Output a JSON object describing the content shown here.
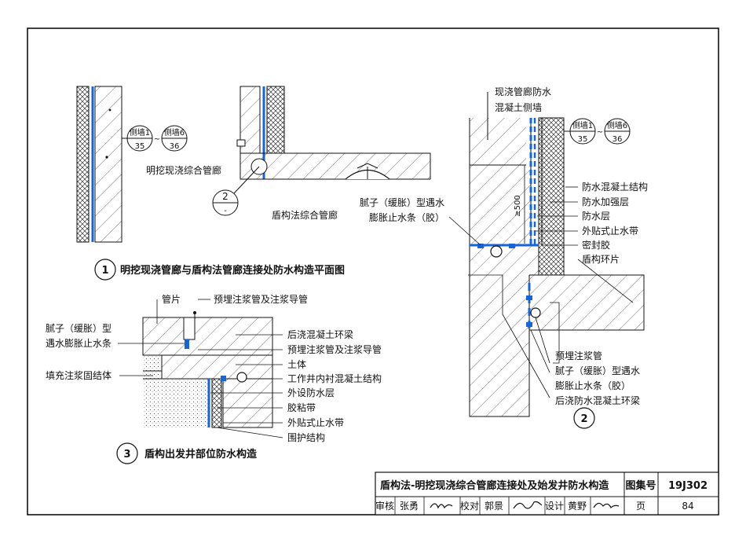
{
  "drawings": {
    "d1": {
      "number": "1",
      "title": "明挖现浇管廊与盾构法管廊连接处防水构造平面图",
      "label_open_cut": "明挖现浇综合管廊",
      "label_shield": "盾构法综合管廊",
      "ref_a_top": "侧墙1",
      "ref_a_bottom": "35",
      "ref_b_top": "侧墙6",
      "ref_b_bottom": "36",
      "detail_ref": "2",
      "detail_ref_sub": "-"
    },
    "d2": {
      "number": "2",
      "label_wall_l1": "现浇管廊防水",
      "label_wall_l2": "混凝土侧墙",
      "ref_a_top": "侧墙1",
      "ref_a_bottom": "35",
      "ref_b_top": "侧墙6",
      "ref_b_bottom": "36",
      "dim": "≥500",
      "right_labels": [
        "防水混凝土结构",
        "防水加强层",
        "防水层",
        "外贴式止水带",
        "密封胶",
        "盾构环片"
      ],
      "putty_l1": "腻子（缓胀）型遇水",
      "putty_l2": "膨胀止水条（胶）",
      "bottom_labels": [
        "预埋注浆管",
        "腻子（缓胀）型遇水",
        "膨胀止水条（胶）",
        "后浇防水混凝土环梁"
      ]
    },
    "d3": {
      "number": "3",
      "title": "盾构出发井部位防水构造",
      "label_segment": "管片",
      "label_grout_top": "预埋注浆管及注浆导管",
      "left_labels": [
        "腻子（缓胀）型",
        "遇水膨胀止水条",
        "填充注浆固结体"
      ],
      "right_labels": [
        "后浇混凝土环梁",
        "预埋注浆管及注浆导管",
        "土体",
        "工作井内衬混凝土结构",
        "外设防水层",
        "胶粘带",
        "外贴式止水带",
        "围护结构"
      ]
    }
  },
  "title_block": {
    "drawing_title": "盾构法-明挖现浇综合管廊连接处及始发井防水构造",
    "atlas_label": "图集号",
    "atlas_no": "19J302",
    "review_label": "审核",
    "reviewer": "张勇",
    "check_label": "校对",
    "checker": "郭景",
    "design_label": "设计",
    "designer": "黄野",
    "page_label": "页",
    "page_no": "84"
  },
  "colors": {
    "waterproof": "#1565d8",
    "line": "#111111",
    "hatch": "#555555"
  }
}
